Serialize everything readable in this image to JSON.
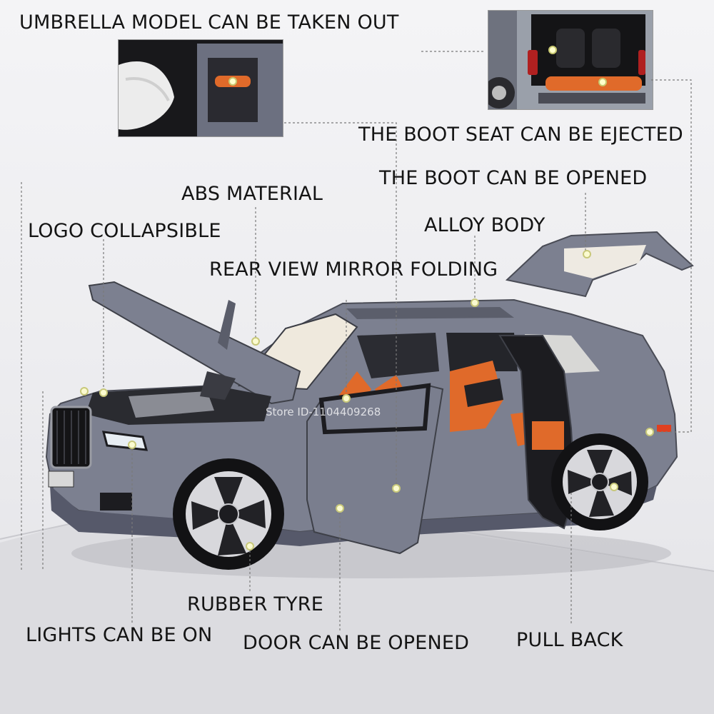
{
  "labels": {
    "umbrella": "UMBRELLA MODEL CAN BE TAKEN OUT",
    "boot_seat": "THE BOOT SEAT CAN BE EJECTED",
    "boot_open": "THE BOOT CAN BE OPENED",
    "abs": "ABS MATERIAL",
    "logo": "LOGO COLLAPSIBLE",
    "alloy": "ALLOY BODY",
    "mirror": "REAR VIEW MIRROR FOLDING",
    "tyre": "RUBBER TYRE",
    "lights": "LIGHTS CAN BE ON",
    "door": "DOOR CAN BE OPENED",
    "pull": "PULL BACK"
  },
  "watermark": "Store ID-1104409268",
  "colors": {
    "body": "#7c8090",
    "interior": "#e06a2a",
    "dark": "#1c1c20",
    "line": "#7a7a7a"
  }
}
